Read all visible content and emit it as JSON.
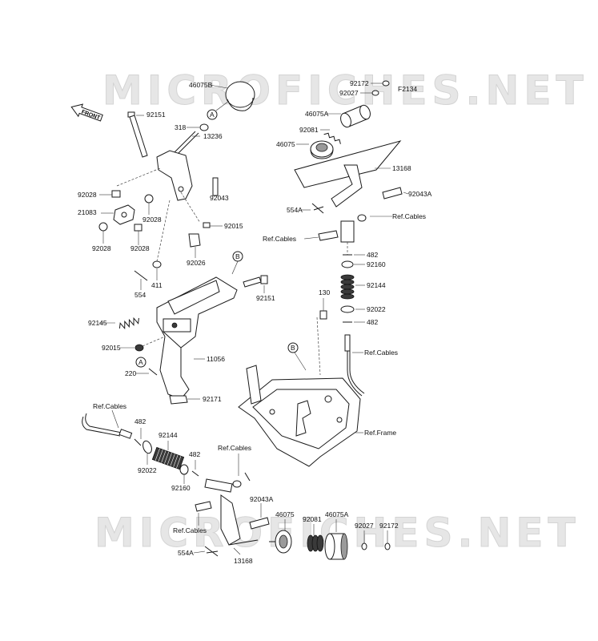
{
  "watermarks": [
    "MICROFICHES.NET",
    "MICROFICHES.NET"
  ],
  "figure_code": "F2134",
  "front_label": "FRONT",
  "ref_markers": [
    "A",
    "B"
  ],
  "labels": {
    "p46075B": "46075B",
    "p92172_top": "92172",
    "p92027_top": "92027",
    "p46075A_top": "46075A",
    "p92081_top": "92081",
    "p46075_top": "46075",
    "p13168_top": "13168",
    "p92043A_top": "92043A",
    "p554A_top": "554A",
    "ref_cables_r1": "Ref.Cables",
    "ref_cables_r2": "Ref.Cables",
    "p482_r1": "482",
    "p92160_r": "92160",
    "p92144_r": "92144",
    "p130": "130",
    "p92022_r": "92022",
    "p482_r2": "482",
    "ref_cables_r3": "Ref.Cables",
    "ref_frame": "Ref.Frame",
    "p92151_top": "92151",
    "p318": "318",
    "p13236": "13236",
    "p92028_a": "92028",
    "p92043": "92043",
    "p21083": "21083",
    "p92028_b": "92028",
    "p92015_a": "92015",
    "p92028_c": "92028",
    "p92028_d": "92028",
    "p92026": "92026",
    "p554": "554",
    "p411": "411",
    "p92151_mid": "92151",
    "p92145": "92145",
    "p92015_b": "92015",
    "p11056": "11056",
    "p220": "220",
    "p92171": "92171",
    "ref_cables_l": "Ref.Cables",
    "p482_l": "482",
    "p92022_l": "92022",
    "p92144_l": "92144",
    "p482_l2": "482",
    "p92160_l": "92160",
    "ref_cables_bm": "Ref.Cables",
    "ref_cables_bl": "Ref.Cables",
    "p92043A_bot": "92043A",
    "p46075_bot": "46075",
    "p46075A_bot": "46075A",
    "p92081_bot": "92081",
    "p92027_bot": "92027",
    "p92172_bot": "92172",
    "p554A_bot": "554A",
    "p13168_bot": "13168"
  }
}
